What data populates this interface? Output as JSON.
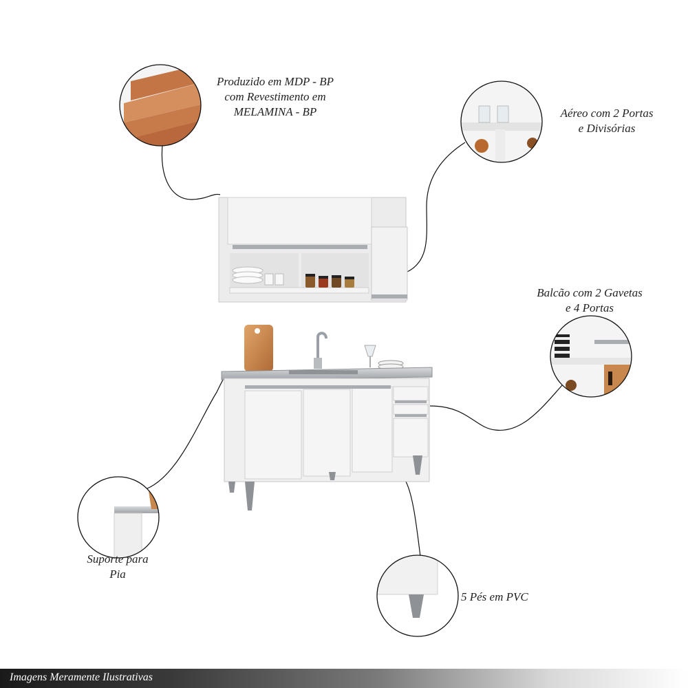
{
  "callouts": {
    "material": {
      "lines": [
        "Produzido em MDP - BP",
        "com Revestimento em",
        "MELAMINA - BP"
      ]
    },
    "upper_cabinet": {
      "lines": [
        "Aéreo com 2 Portas",
        "e Divisórias"
      ]
    },
    "base_cabinet": {
      "lines": [
        "Balcão com 2 Gavetas",
        "e 4 Portas"
      ]
    },
    "sink_support": {
      "lines": [
        "Suporte para",
        "Pia"
      ]
    },
    "feet": {
      "lines": [
        "5 Pés em PVC"
      ]
    }
  },
  "footer": {
    "text": "Imagens Meramente Ilustrativas"
  },
  "colors": {
    "cabinet": "#f2f2f2",
    "shadow": "#d6d6d6",
    "wood": "#c8874c",
    "steel": "#b9bcbf",
    "text": "#222222"
  }
}
